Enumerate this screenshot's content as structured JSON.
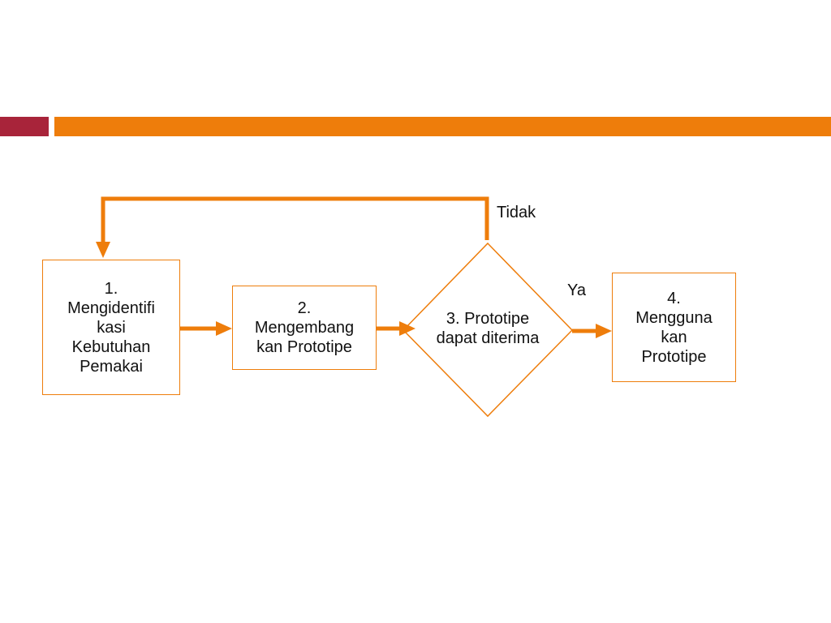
{
  "colors": {
    "accent_red": "#a8243a",
    "accent_orange": "#ee7d0b",
    "text": "#111111"
  },
  "diagram": {
    "nodes": {
      "step1": {
        "label": "1. Mengidentifikasi Kebutuhan Pemakai",
        "lines": [
          "1.",
          "Mengidentifi",
          "kasi",
          "Kebutuhan",
          "Pemakai"
        ]
      },
      "step2": {
        "label": "2. Mengembangkan Prototipe",
        "lines": [
          "2.",
          "Mengembang",
          "kan Prototipe"
        ]
      },
      "step3": {
        "label": "3. Prototipe dapat diterima",
        "lines": [
          "3. Prototipe",
          "dapat",
          "diterima"
        ]
      },
      "step4": {
        "label": "4. Menggunakan Prototipe",
        "lines": [
          "4.",
          "Mengguna",
          "kan",
          "Prototipe"
        ]
      }
    },
    "edges": [
      {
        "from": "step1",
        "to": "step2",
        "label": ""
      },
      {
        "from": "step2",
        "to": "step3",
        "label": ""
      },
      {
        "from": "step3",
        "to": "step4",
        "label": "Ya"
      },
      {
        "from": "step3",
        "to": "step1",
        "label": "Tidak"
      }
    ],
    "edge_labels": {
      "no": "Tidak",
      "yes": "Ya"
    }
  }
}
